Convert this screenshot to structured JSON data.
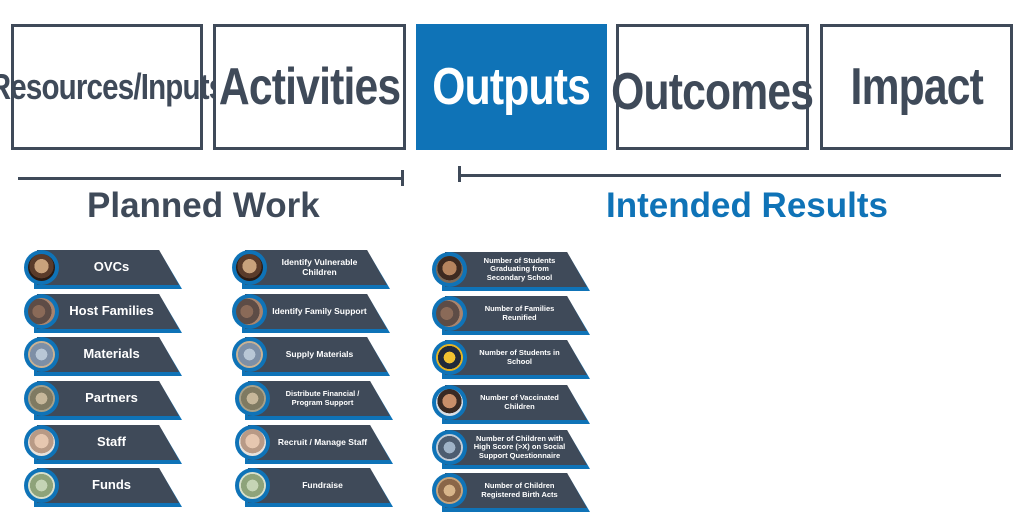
{
  "stages": [
    {
      "label": "Resources/Inputs",
      "active": false
    },
    {
      "label": "Activities",
      "active": false
    },
    {
      "label": "Outputs",
      "active": true
    },
    {
      "label": "Outcomes",
      "active": false
    },
    {
      "label": "Impact",
      "active": false
    }
  ],
  "planned_work": {
    "title": "Planned Work",
    "color": "#3f4a59"
  },
  "intended_results": {
    "title": "Intended Results",
    "color": "#0f73b7"
  },
  "resources": [
    "OVCs",
    "Host Families",
    "Materials",
    "Partners",
    "Staff",
    "Funds"
  ],
  "activities": [
    "Identify Vulnerable Children",
    "Identify Family Support",
    "Supply Materials",
    "Distribute Financial / Program Support",
    "Recruit / Manage Staff",
    "Fundraise"
  ],
  "outputs": [
    "Number of Students Graduating from Secondary School",
    "Number of Families Reunified",
    "Number of Students in School",
    "Number of Vaccinated Children",
    "Number of Children with High Score (>X) on Social Support Questionnaire",
    "Number of Children Registered Birth Acts"
  ],
  "colors": {
    "dark": "#3f4a59",
    "accent": "#0f73b7"
  }
}
